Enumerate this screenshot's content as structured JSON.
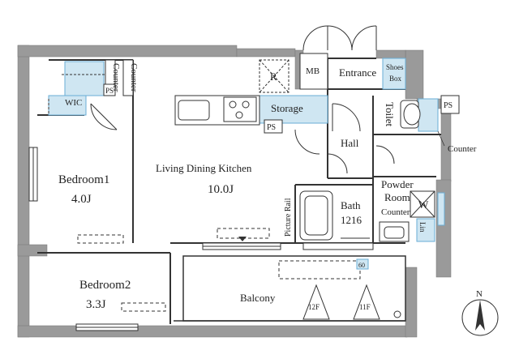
{
  "colors": {
    "wall": "#9a9a9a",
    "line": "#333333",
    "storage_fill": "#cfe6f2",
    "storage_stroke": "#6aaed6"
  },
  "rooms": {
    "wic": "WIC",
    "counter_left": "Counter",
    "counter_left2": "Counter",
    "ps_wic": "PS",
    "refrigerator": "R",
    "mb": "MB",
    "entrance": "Entrance",
    "shoes_box_line1": "Shoes",
    "shoes_box_line2": "Box",
    "storage": "Storage",
    "ps_kitchen": "PS",
    "toilet": "Toilet",
    "ps_right": "PS",
    "counter_right": "Counter",
    "hall": "Hall",
    "bedroom1": "Bedroom1",
    "bedroom1_size": "4.0J",
    "ldk": "Living Dining Kitchen",
    "ldk_size": "10.0J",
    "picture_rail": "Picture Rail",
    "bath": "Bath",
    "bath_size": "1216",
    "powder_room_line1": "Powder",
    "powder_room_line2": "Room",
    "counter_powder": "Counter",
    "washer": "W",
    "linen": "Lin",
    "bedroom2": "Bedroom2",
    "bedroom2_size": "3.3J",
    "balcony": "Balcony",
    "floor_12f": "12F",
    "floor_11f": "11F",
    "ac_60": "60",
    "north": "N"
  },
  "icons": {
    "compass": "north-arrow-icon",
    "stove": "stove-icon",
    "sink": "sink-icon",
    "bathtub": "bathtub-icon",
    "toilet": "toilet-icon",
    "washbasin": "washbasin-icon",
    "washer": "washing-machine-icon",
    "door": "door-swing-icon"
  }
}
